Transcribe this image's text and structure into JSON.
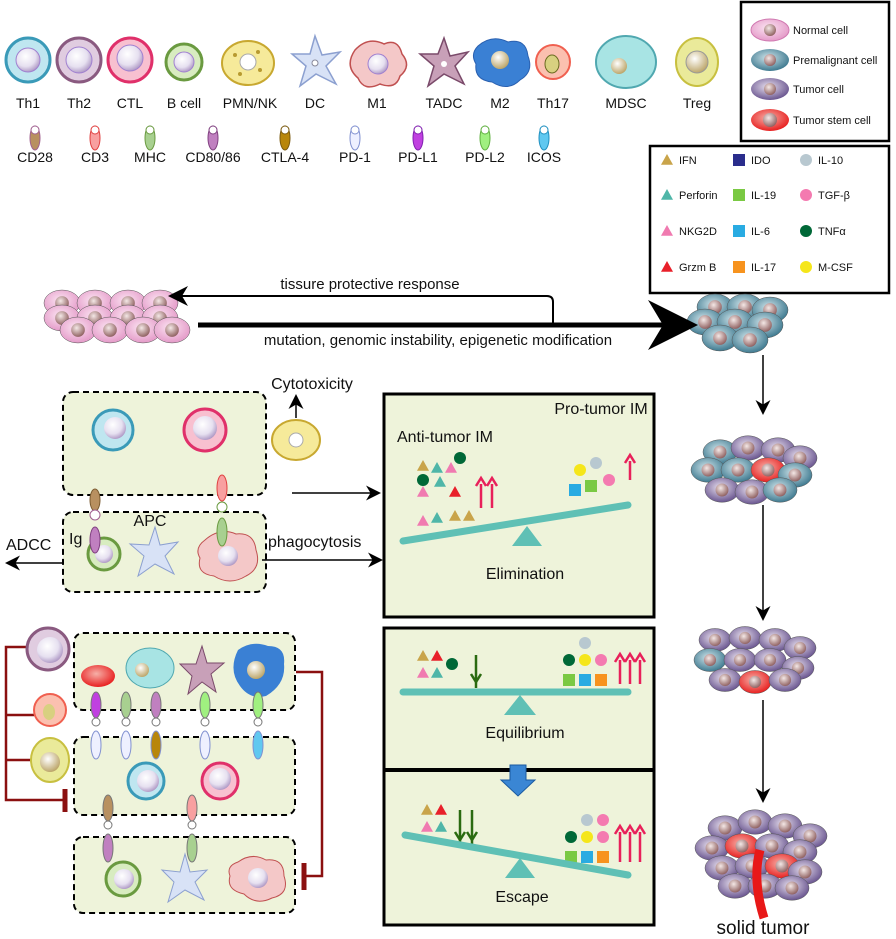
{
  "cell_types": [
    "Th1",
    "Th2",
    "CTL",
    "B cell",
    "PMN/NK",
    "DC",
    "M1",
    "TADC",
    "M2",
    "Th17",
    "MDSC",
    "Treg"
  ],
  "molecules": [
    "CD28",
    "CD3",
    "MHC",
    "CD80/86",
    "CTLA-4",
    "PD-1",
    "PD-L1",
    "PD-L2",
    "ICOS"
  ],
  "legend_cells": [
    "Normal cell",
    "Premalignant cell",
    "Tumor cell",
    "Tumor stem cell"
  ],
  "legend_factors": {
    "col1": [
      "IFN",
      "Perforin",
      "NKG2D",
      "Grzm B"
    ],
    "col2": [
      "IDO",
      "IL-19",
      "IL-6",
      "IL-17"
    ],
    "col3": [
      "IL-10",
      "TGF-β",
      "TNFα",
      "M-CSF"
    ]
  },
  "colors": {
    "IFN": "#c9a44a",
    "Perforin": "#4fb6a8",
    "NKG2D": "#f07ab0",
    "Grzm B": "#e8202a",
    "IDO": "#2a2d8c",
    "IL-19": "#7ac943",
    "IL-6": "#29abe2",
    "IL-17": "#f7931e",
    "IL-10": "#b8c8d0",
    "TGF-β": "#f47ab0",
    "TNFα": "#006837",
    "M-CSF": "#f5e61a",
    "panel_fill": "#eef3da",
    "seesaw": "#5fc0b5",
    "inhibit": "#8b1010",
    "arrow_blue": "#3a86d4"
  },
  "flow": {
    "tissue_protective": "tissure protective response",
    "mutation": "mutation, genomic instability, epigenetic modification",
    "solid_tumor": "solid tumor"
  },
  "immune": {
    "cytotoxicity": "Cytotoxicity",
    "apc": "APC",
    "ig": "Ig",
    "adcc": "ADCC",
    "phagocytosis": "phagocytosis"
  },
  "phases": {
    "anti_tumor": "Anti-tumor IM",
    "pro_tumor": "Pro-tumor IM",
    "elimination": "Elimination",
    "equilibrium": "Equilibrium",
    "escape": "Escape"
  }
}
